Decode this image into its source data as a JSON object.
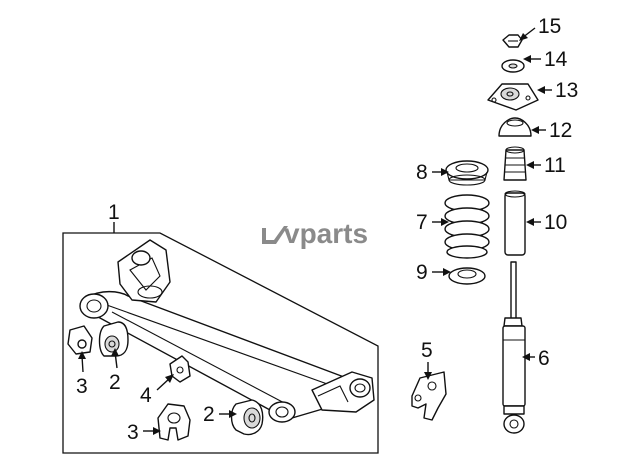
{
  "watermark": {
    "brand": "vparts",
    "accent": "#8a8a8a"
  },
  "callouts": [
    {
      "id": "c1",
      "label": "1"
    },
    {
      "id": "c2a",
      "label": "2"
    },
    {
      "id": "c2b",
      "label": "2"
    },
    {
      "id": "c3a",
      "label": "3"
    },
    {
      "id": "c3b",
      "label": "3"
    },
    {
      "id": "c4",
      "label": "4"
    },
    {
      "id": "c5",
      "label": "5"
    },
    {
      "id": "c6",
      "label": "6"
    },
    {
      "id": "c7",
      "label": "7"
    },
    {
      "id": "c8",
      "label": "8"
    },
    {
      "id": "c9",
      "label": "9"
    },
    {
      "id": "c10",
      "label": "10"
    },
    {
      "id": "c11",
      "label": "11"
    },
    {
      "id": "c12",
      "label": "12"
    },
    {
      "id": "c13",
      "label": "13"
    },
    {
      "id": "c14",
      "label": "14"
    },
    {
      "id": "c15",
      "label": "15"
    }
  ],
  "colors": {
    "line": "#111111",
    "background": "#ffffff"
  }
}
